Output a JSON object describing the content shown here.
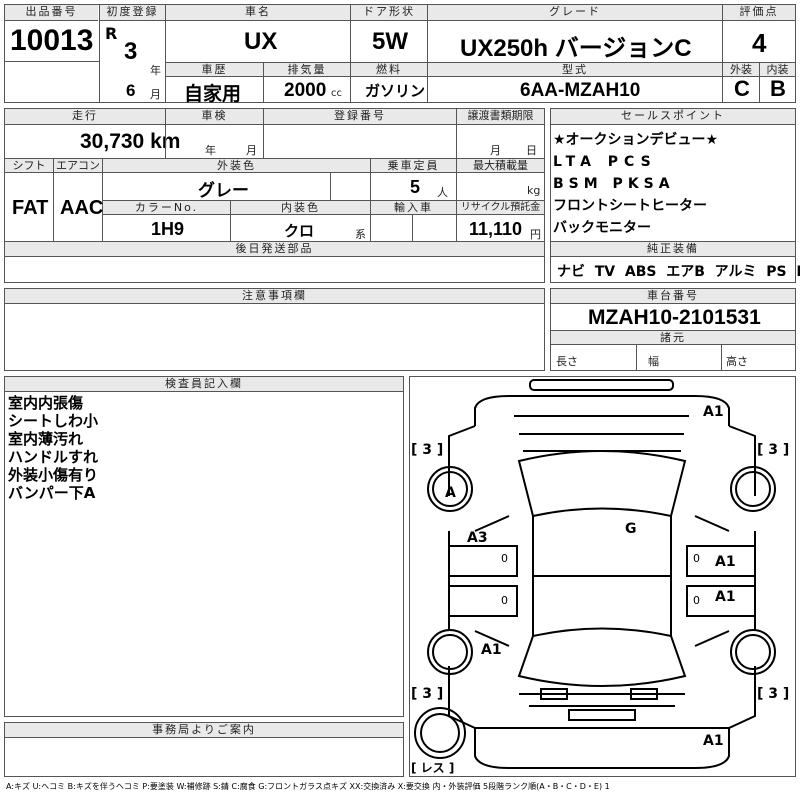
{
  "lot": {
    "label": "出品番号",
    "value": "10013"
  },
  "first_reg": {
    "label": "初度登録",
    "era": "R",
    "year": "3",
    "year_unit": "年",
    "month": "6",
    "month_unit": "月"
  },
  "car_name": {
    "label": "車名",
    "value": "UX"
  },
  "door": {
    "label": "ドア形状",
    "value": "5W"
  },
  "grade": {
    "label": "グレード",
    "value": "UX250h バージョンC"
  },
  "score": {
    "label": "評価点",
    "value": "4",
    "ext_label": "外装",
    "int_label": "内装",
    "ext": "C",
    "int": "B"
  },
  "history": {
    "label": "車歴",
    "value": "自家用"
  },
  "displacement": {
    "label": "排気量",
    "value": "2000",
    "unit": "cc"
  },
  "fuel": {
    "label": "燃料",
    "value": "ガソリン"
  },
  "model": {
    "label": "型式",
    "value": "6AA-MZAH10"
  },
  "mileage": {
    "label": "走行",
    "value": "30,730 km"
  },
  "inspection": {
    "label": "車検",
    "year_unit": "年",
    "month_unit": "月"
  },
  "reg_no": {
    "label": "登録番号"
  },
  "transfer_deadline": {
    "label": "譲渡書類期限",
    "month_unit": "月",
    "day_unit": "日"
  },
  "shift": {
    "label": "シフト",
    "value": "FAT"
  },
  "aircon": {
    "label": "エアコン",
    "value": "AAC"
  },
  "ext_color": {
    "label": "外装色",
    "value": "グレー"
  },
  "capacity": {
    "label": "乗車定員",
    "value": "5",
    "unit": "人"
  },
  "max_load": {
    "label": "最大積載量",
    "unit": "kg"
  },
  "color_no": {
    "label": "カラーNo.",
    "value": "1H9"
  },
  "int_color": {
    "label": "内装色",
    "value": "クロ",
    "unit": "系"
  },
  "import": {
    "label": "輸入車"
  },
  "recycle": {
    "label": "リサイクル預託金",
    "value": "11,110",
    "unit": "円"
  },
  "later_parts": {
    "label": "後日発送部品"
  },
  "sales_points": {
    "label": "セールスポイント",
    "items": [
      "★オークションデビュー★",
      "LTA PCS",
      "BSM PKSA",
      "フロントシートヒーター",
      "バックモニター"
    ]
  },
  "equipment": {
    "label": "純正装備",
    "items": [
      "ナビ",
      "TV",
      "ABS",
      "エアB",
      "アルミ",
      "PS",
      "PW"
    ]
  },
  "caution": {
    "label": "注意事項欄"
  },
  "chassis": {
    "label": "車台番号",
    "value": "MZAH10-2101531"
  },
  "specs": {
    "label": "諸元",
    "length": "長さ",
    "width": "幅",
    "height": "高さ"
  },
  "inspector": {
    "label": "検査員記入欄",
    "notes": [
      "室内内張傷",
      "シートしわ小",
      "室内薄汚れ",
      "ハンドルすれ",
      "外装小傷有り",
      "バンパー下A"
    ]
  },
  "office": {
    "label": "事務局よりご案内"
  },
  "diagram": {
    "marks": [
      "A1",
      "A",
      "A3",
      "G",
      "A1",
      "A1",
      "A1",
      "A1"
    ],
    "brackets": [
      "[ 3 ]",
      "[ 3 ]",
      "[ 3 ]",
      "[ 3 ]"
    ],
    "zeros": [
      "0",
      "0",
      "0",
      "0"
    ],
    "spare": "[ レス ]"
  },
  "legend": "A:キズ U:ヘコミ B:キズを伴うヘコミ P:要塗装 W:補修跡 S:錆 C:腐食 G:フロントガラス点キズ XX:交換済み X:要交換 内・外装評価 5段階ランク順(A・B・C・D・E) 1"
}
